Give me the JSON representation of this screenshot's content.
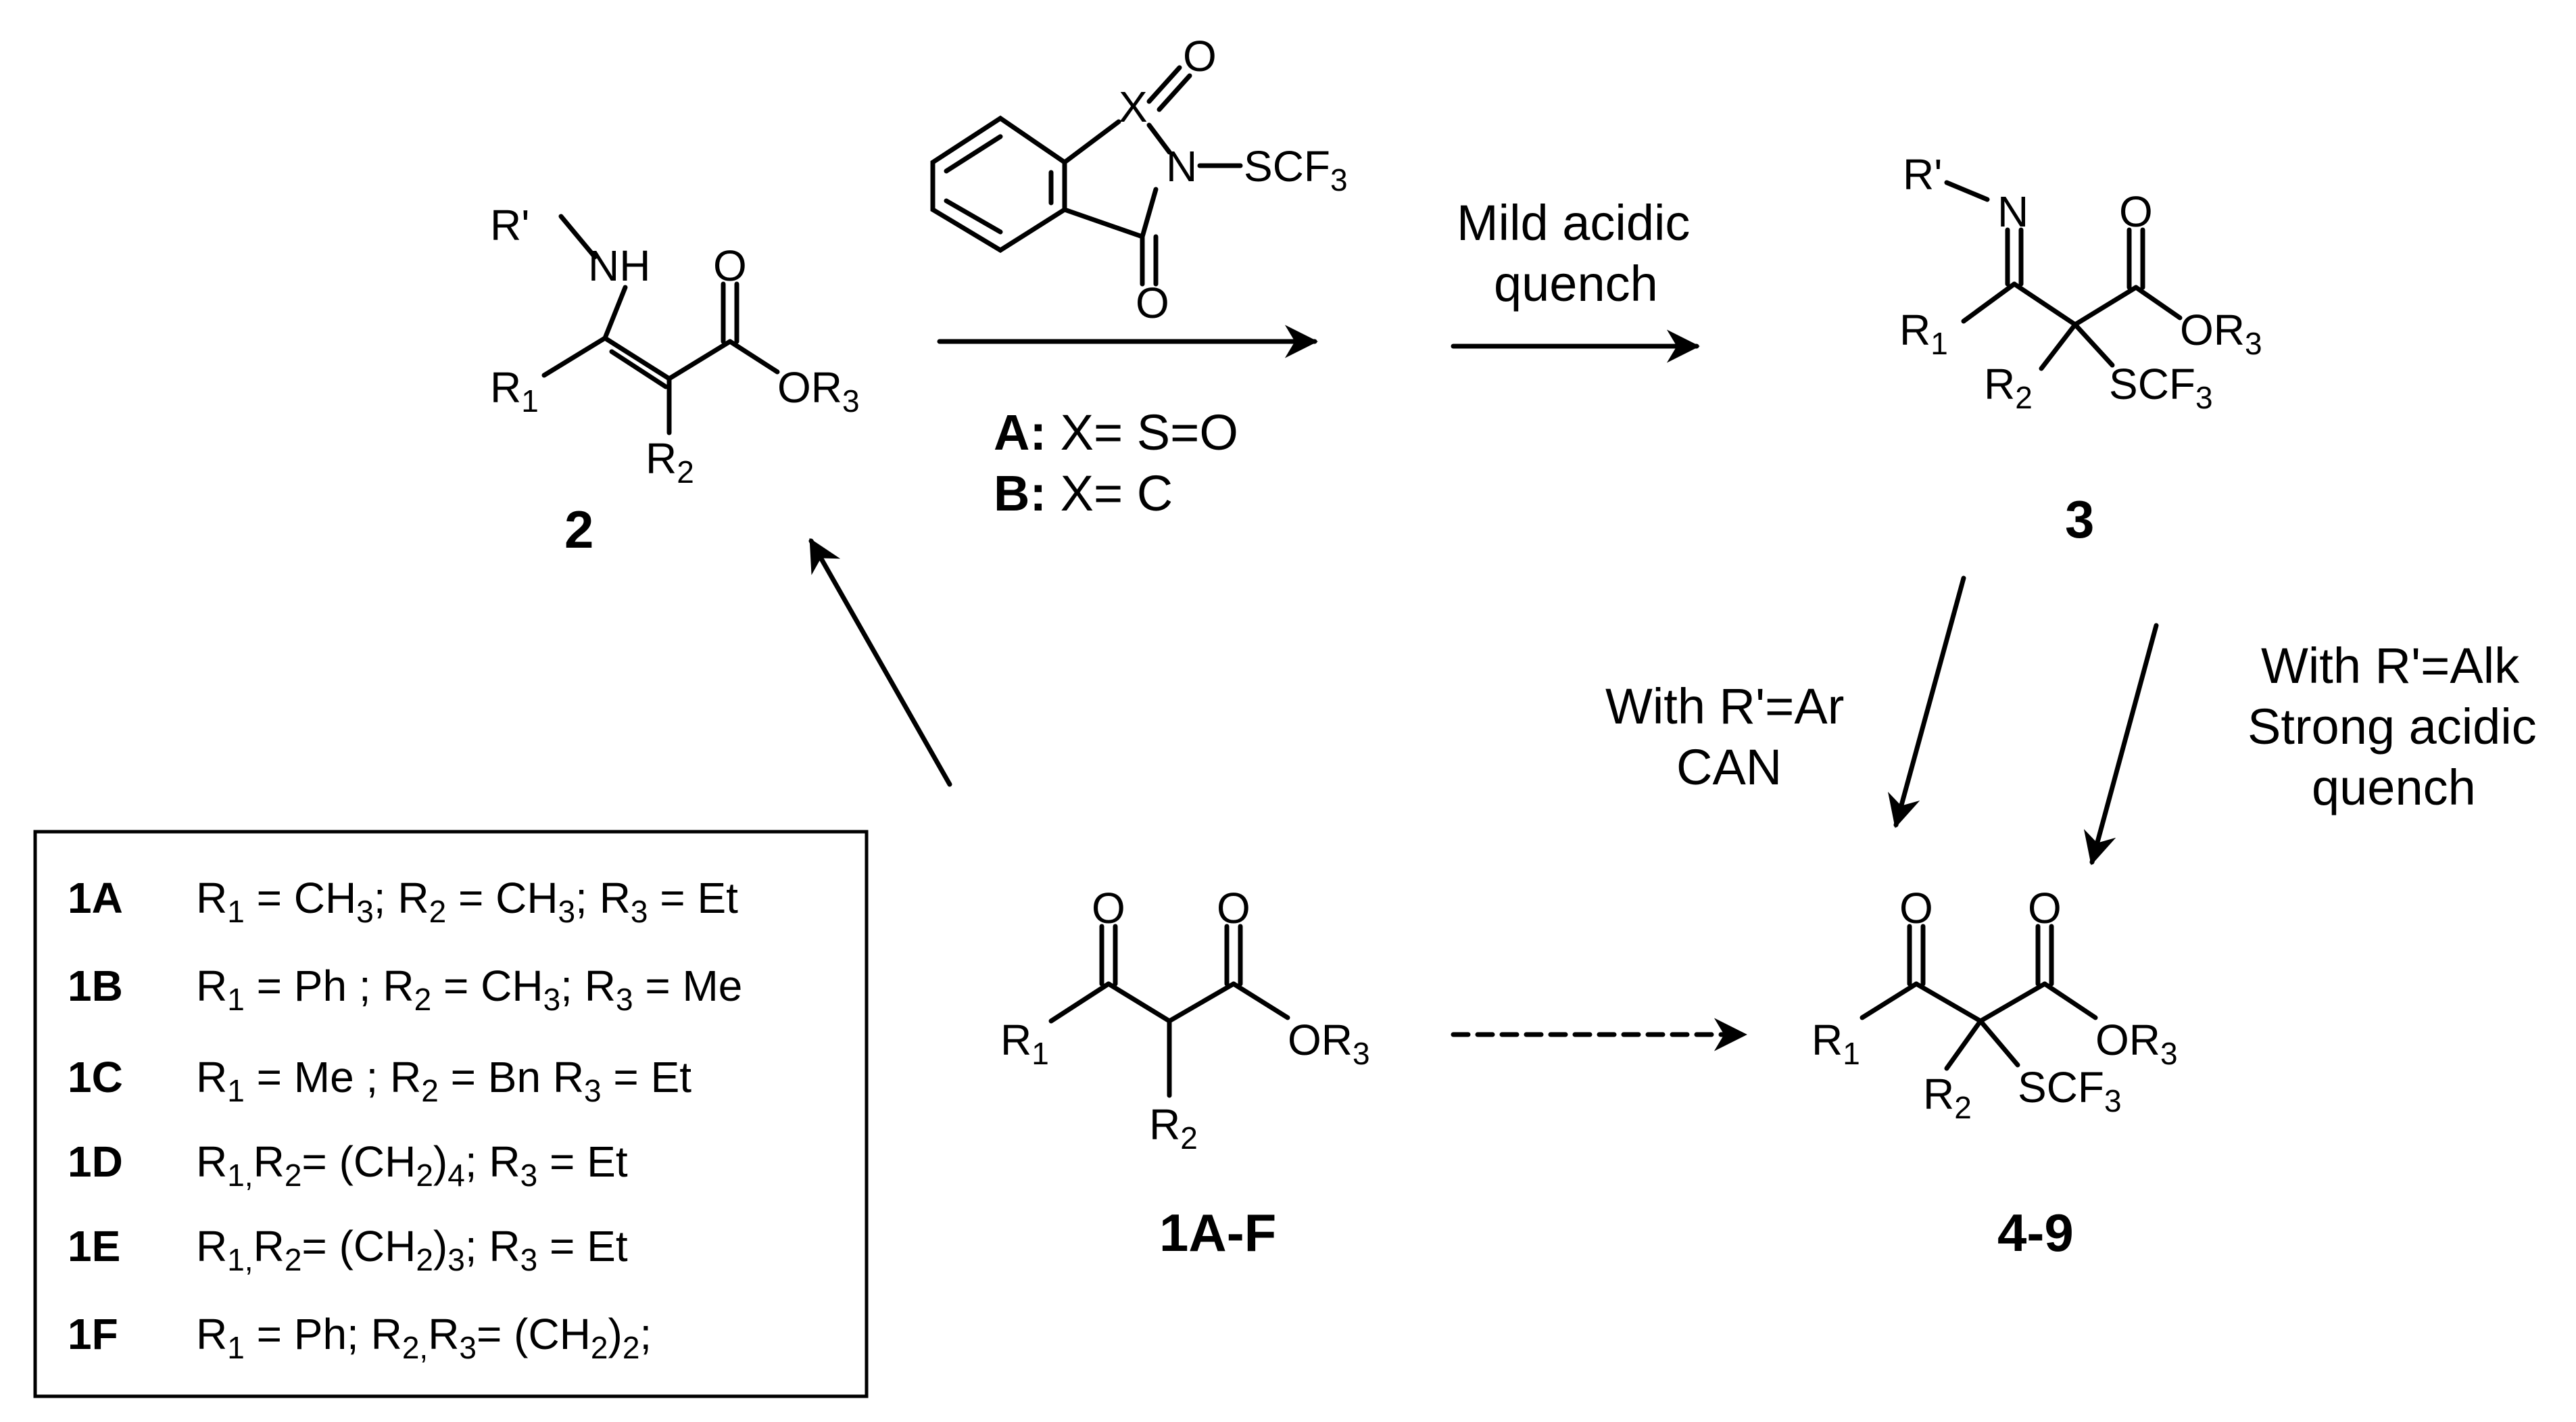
{
  "compounds": {
    "c2": {
      "id": "2",
      "r_prime": "R'",
      "nh": "NH",
      "o": "O",
      "or3": "OR",
      "r1": "R",
      "r2": "R"
    },
    "c3": {
      "id": "3",
      "r_prime": "R'",
      "n": "N",
      "o": "O",
      "or3": "OR",
      "r1": "R",
      "r2": "R",
      "scf3": "SCF"
    },
    "c1": {
      "id": "1A-F",
      "o1": "O",
      "o2": "O",
      "or3": "OR",
      "r1": "R",
      "r2": "R"
    },
    "c4": {
      "id": "4-9",
      "o1": "O",
      "o2": "O",
      "or3": "OR",
      "r1": "R",
      "r2": "R",
      "scf3": "SCF"
    },
    "reagent": {
      "x": "X",
      "o_top": "O",
      "n_scf3": "N",
      "scf3": "SCF",
      "o_bottom": "O"
    }
  },
  "subscripts": {
    "s1": "1",
    "s2": "2",
    "s3": "3"
  },
  "reagent_labels": {
    "a_bold": "A:",
    "a_text": " X= S=O",
    "b_bold": "B:",
    "b_text": " X= C"
  },
  "conditions": {
    "step2_line1": "Mild acidic",
    "step2_line2": "quench",
    "ar_line1": "With R'=Ar",
    "ar_line2": "CAN",
    "alk_line1": "With R'=Alk",
    "alk_line2": "Strong acidic",
    "alk_line3": "quench"
  },
  "table": [
    {
      "id": "1A",
      "formula": [
        "R",
        "1",
        " = CH",
        "3",
        "; R",
        "2",
        " = CH",
        "3",
        "; R",
        "3",
        " = Et"
      ]
    },
    {
      "id": "1B",
      "formula": [
        "R",
        "1",
        " = Ph  ; R",
        "2",
        " = CH",
        "3",
        ";  R",
        "3",
        " = Me"
      ]
    },
    {
      "id": "1C",
      "formula": [
        "R",
        "1",
        " = Me ; R",
        "2",
        " = Bn  R",
        "3",
        " = Et"
      ]
    },
    {
      "id": "1D",
      "formula": [
        "R",
        "1,",
        "R",
        "2",
        "= (CH",
        "2",
        ")",
        "4",
        ";    R",
        "3",
        " = Et"
      ]
    },
    {
      "id": "1E",
      "formula": [
        "R",
        "1,",
        "R",
        "2",
        "= (CH",
        "2",
        ")",
        "3",
        ";    R",
        "3",
        " = Et"
      ]
    },
    {
      "id": "1F",
      "formula": [
        "R",
        "1",
        " = Ph; R",
        "2,",
        "R",
        "3",
        "= (CH",
        "2",
        ")",
        "2",
        ";"
      ]
    }
  ]
}
